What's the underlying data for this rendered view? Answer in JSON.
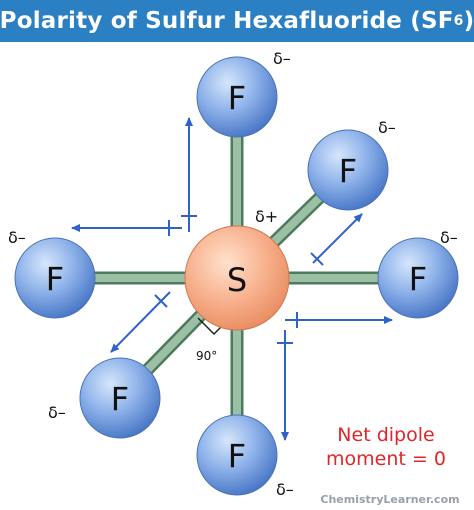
{
  "title": {
    "text": "Polarity of Sulfur Hexafluoride (SF",
    "subscript": "6",
    "suffix": ")"
  },
  "central_atom": {
    "symbol": "S",
    "charge": "δ+"
  },
  "fluorine": {
    "symbol": "F",
    "charge": "δ–"
  },
  "angle_label": "90°",
  "note": {
    "line1": "Net dipole",
    "line2": "moment = 0"
  },
  "watermark": "ChemistryLearner.com",
  "colors": {
    "title_bg": "#2b7fc3",
    "bond": "#8fb29a",
    "arrow": "#2f63c9",
    "note": "#e0262a"
  }
}
